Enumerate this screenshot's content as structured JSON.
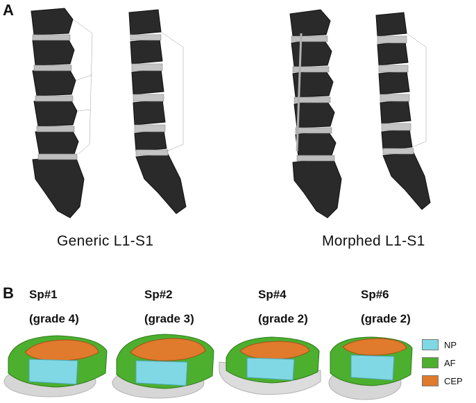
{
  "panel_a": {
    "letter": "A",
    "captions": {
      "generic": "Generic L1-S1",
      "morphed": "Morphed L1-S1"
    }
  },
  "panel_b": {
    "letter": "B",
    "specimens": [
      {
        "id": "Sp#1",
        "grade": "(grade 4)"
      },
      {
        "id": "Sp#2",
        "grade": "(grade 3)"
      },
      {
        "id": "Sp#4",
        "grade": "(grade 2)"
      },
      {
        "id": "Sp#6",
        "grade": "(grade 2)"
      }
    ],
    "legend": [
      {
        "label": "NP",
        "color": "#7fd8e4"
      },
      {
        "label": "AF",
        "color": "#4caf2e"
      },
      {
        "label": "CEP",
        "color": "#e07a2c"
      }
    ]
  }
}
